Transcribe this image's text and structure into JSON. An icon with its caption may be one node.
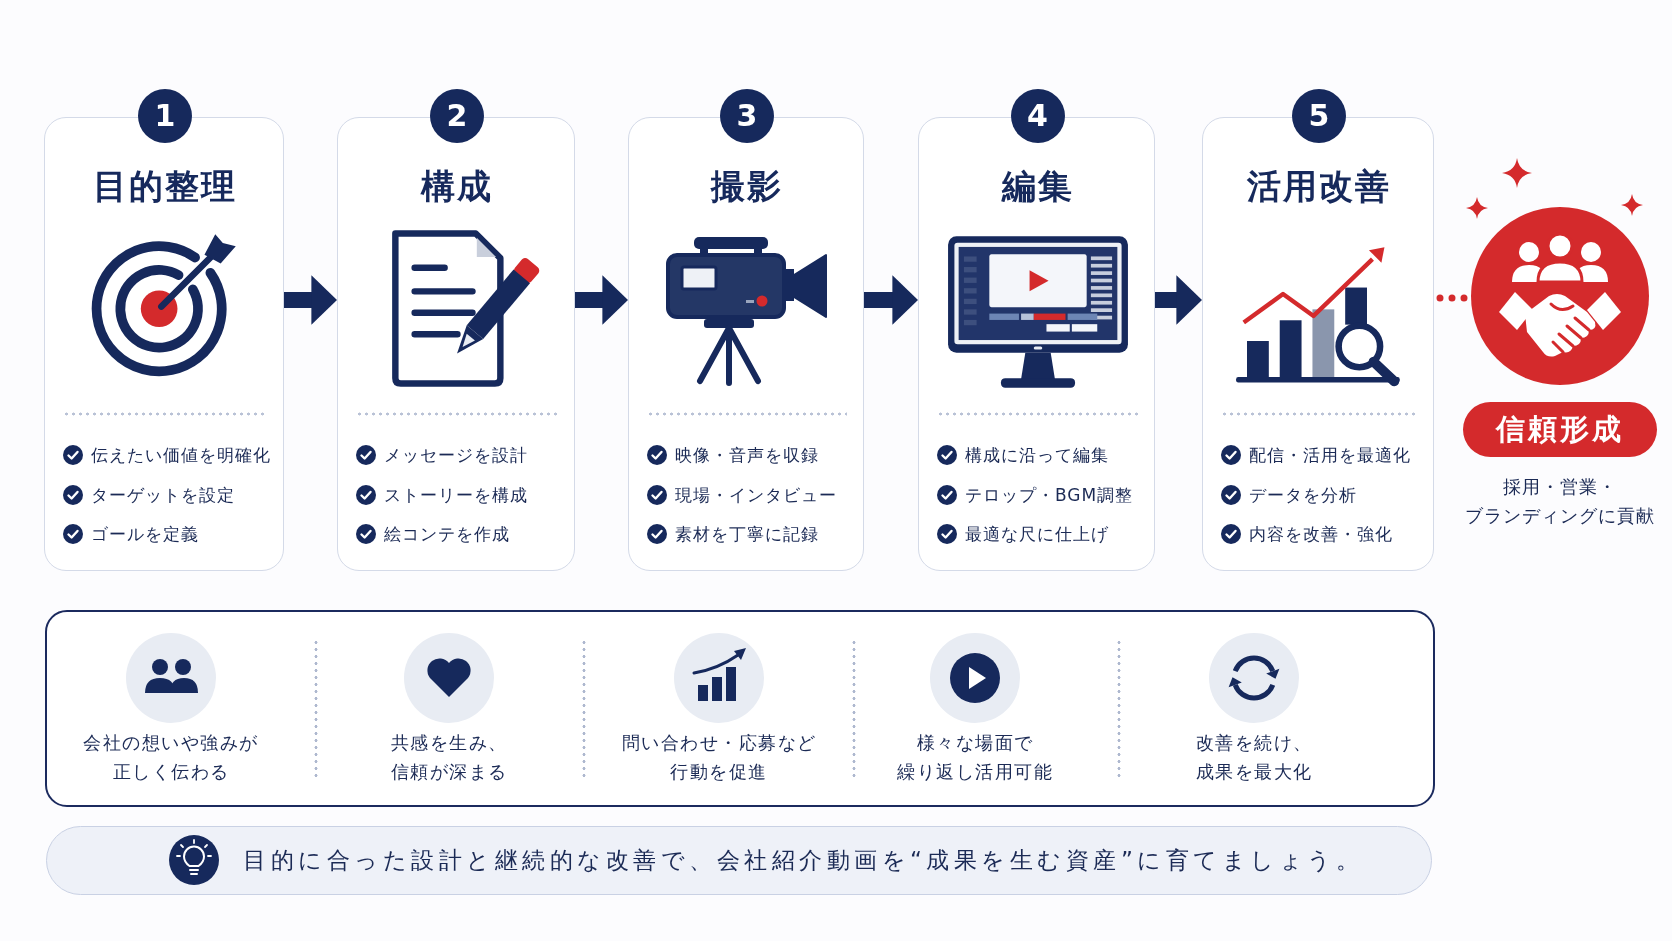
{
  "diagram": {
    "nodes": [
      {
        "text": [
          "1",
          "目的整理",
          "伝えたい価値を明確化",
          "ターゲットを設定",
          "ゴールを定義"
        ]
      },
      {
        "text": [
          "2",
          "構成",
          "メッセージを設計",
          "ストーリーを構成",
          "絵コンテを作成"
        ]
      },
      {
        "text": [
          "3",
          "撮影",
          "映像・音声を収録",
          "現場・インタビュー",
          "素材を丁寧に記録"
        ]
      },
      {
        "text": [
          "4",
          "編集",
          "構成に沿って編集",
          "テロップ・BGM調整",
          "最適な尺に仕上げ"
        ]
      },
      {
        "text": [
          "5",
          "活用改善",
          "配信・活用を最適化",
          "データを分析",
          "内容を改善・強化"
        ]
      },
      {
        "text": [],
        "shape": "circle"
      },
      {
        "text": [
          "信頼形成"
        ],
        "beside": [
          "採用・営業・ブランディングに貢献"
        ]
      },
      {
        "text": [
          "会社の想いや強みが正しく伝わる",
          "共感を生み、信頼が深まる",
          "問い合わせ・応募など行動を促進",
          "様々な場面で繰り返し活用可能",
          "改善を続け、成果を最大化"
        ]
      },
      {
        "text": [
          "目的に合った設計と継続的な改善で、会社紹介動画を“成果を生む資産”に育てましょう。"
        ]
      }
    ],
    "edges": [
      {
        "from": 0,
        "to": 1,
        "arrow": "to"
      },
      {
        "from": 1,
        "to": 2,
        "arrow": "to"
      },
      {
        "from": 2,
        "to": 3,
        "arrow": "to"
      },
      {
        "from": 3,
        "to": 4,
        "arrow": "to"
      },
      {
        "from": 4,
        "to": 5,
        "arrow": "none",
        "style": "dashed",
        "color": "#d42a2c"
      }
    ]
  }
}
